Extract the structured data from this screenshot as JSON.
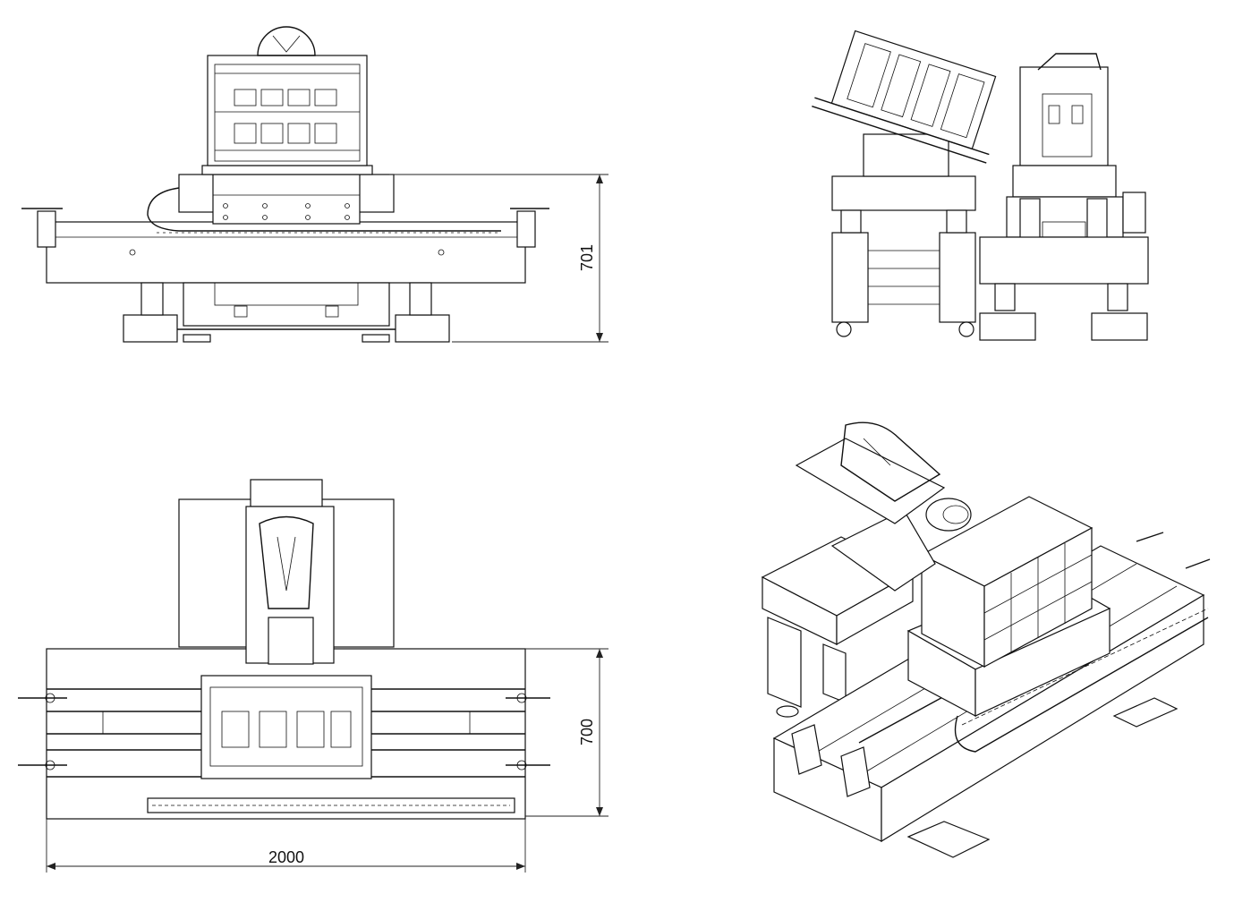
{
  "drawing": {
    "dimensions": {
      "front_height": "701",
      "top_depth": "700",
      "top_width": "2000"
    }
  }
}
